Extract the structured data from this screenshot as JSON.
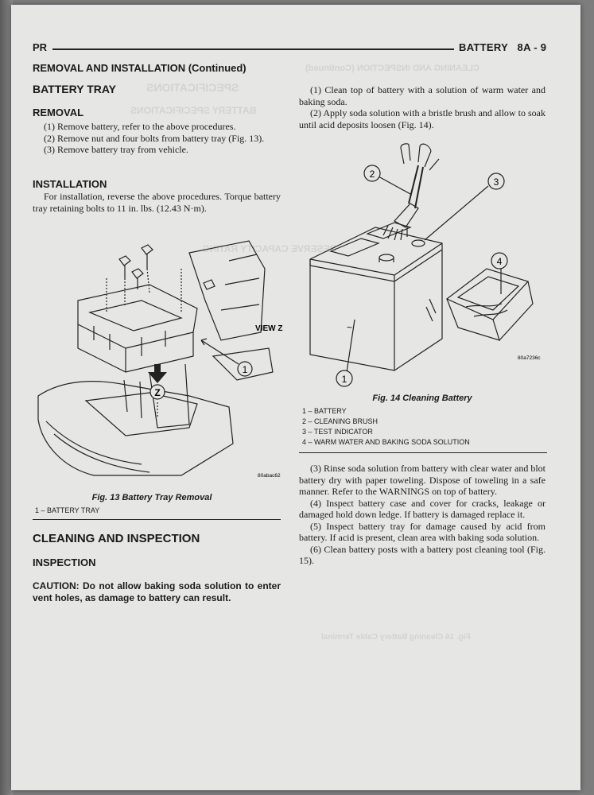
{
  "header": {
    "left": "PR",
    "right": "BATTERY   8A - 9"
  },
  "left": {
    "section_title": "REMOVAL AND INSTALLATION (Continued)",
    "battery_tray_heading": "BATTERY TRAY",
    "removal_heading": "REMOVAL",
    "removal_steps": [
      "(1) Remove battery, refer to the above procedures.",
      "(2) Remove nut and four bolts from battery tray (Fig. 13).",
      "(3) Remove battery tray from vehicle."
    ],
    "installation_heading": "INSTALLATION",
    "installation_text": "For installation, reverse the above procedures. Torque battery tray retaining bolts to 11 in. lbs. (12.43 N·m).",
    "figure13": {
      "view_label": "VIEW Z",
      "callout_1": "1",
      "callout_z": "Z",
      "code": "80abac62",
      "caption": "Fig. 13 Battery Tray Removal",
      "legend": [
        "1 – BATTERY TRAY"
      ]
    },
    "cleaning_heading": "CLEANING AND INSPECTION",
    "inspection_heading": "INSPECTION",
    "caution": "CAUTION: Do not allow baking soda solution to enter vent holes, as damage to battery can result."
  },
  "right": {
    "steps_top": [
      "(1) Clean top of battery with a solution of warm water and baking soda.",
      "(2) Apply soda solution with a bristle brush and allow to soak until acid deposits loosen (Fig. 14)."
    ],
    "figure14": {
      "callouts": [
        "1",
        "2",
        "3",
        "4"
      ],
      "code": "80a7236c",
      "caption": "Fig. 14 Cleaning Battery",
      "legend": [
        "1 – BATTERY",
        "2 – CLEANING BRUSH",
        "3 – TEST INDICATOR",
        "4 – WARM WATER AND BAKING SODA SOLUTION"
      ]
    },
    "steps_bottom": [
      "(3) Rinse soda solution from battery with clear water and blot battery dry with paper toweling. Dispose of toweling in a safe manner. Refer to the WARNINGS on top of battery.",
      "(4) Inspect battery case and cover for cracks, leakage or damaged hold down ledge. If battery is damaged replace it.",
      "(5) Inspect battery tray for damage caused by acid from battery. If acid is present, clean area with baking soda solution.",
      "(6) Clean battery posts with a battery post cleaning tool (Fig. 15)."
    ]
  }
}
